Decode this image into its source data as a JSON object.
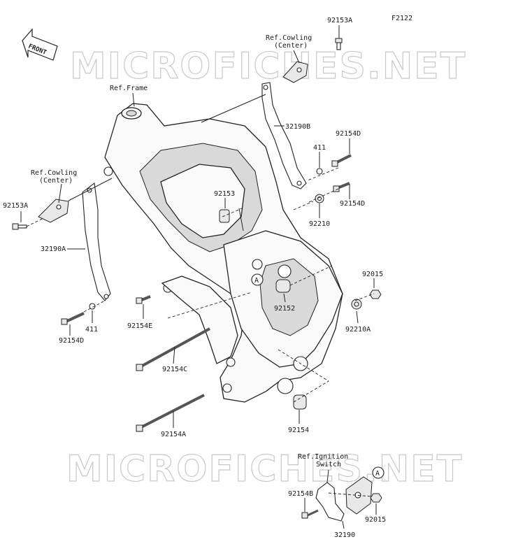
{
  "diagram_code": "F2122",
  "front_label": "FRONT",
  "watermarks": [
    "MICROFICHES.NET",
    "MICROFICHES.NET"
  ],
  "labels": {
    "p92153A_top": "92153A",
    "ref_cowling_top_1": "Ref.Cowling",
    "ref_cowling_top_2": "(Center)",
    "ref_frame": "Ref.Frame",
    "p32190B": "32190B",
    "p92154D_top": "92154D",
    "p411_right": "411",
    "p92154D_right": "92154D",
    "p92210": "92210",
    "p92153": "92153",
    "ref_cowling_left_1": "Ref.Cowling",
    "ref_cowling_left_2": "(Center)",
    "p92153A_left": "92153A",
    "p32190A": "32190A",
    "p92015_right": "92015",
    "p92210A": "92210A",
    "p92152": "92152",
    "marker_a": "A",
    "p411_left": "411",
    "p92154D_left": "92154D",
    "p92154E": "92154E",
    "p92154C": "92154C",
    "p92154": "92154",
    "p92154A": "92154A",
    "ref_ignition_1": "Ref.Ignition",
    "ref_ignition_2": "Switch",
    "marker_a2": "A",
    "p92154B": "92154B",
    "p92015_bottom": "92015",
    "p32190": "32190"
  }
}
